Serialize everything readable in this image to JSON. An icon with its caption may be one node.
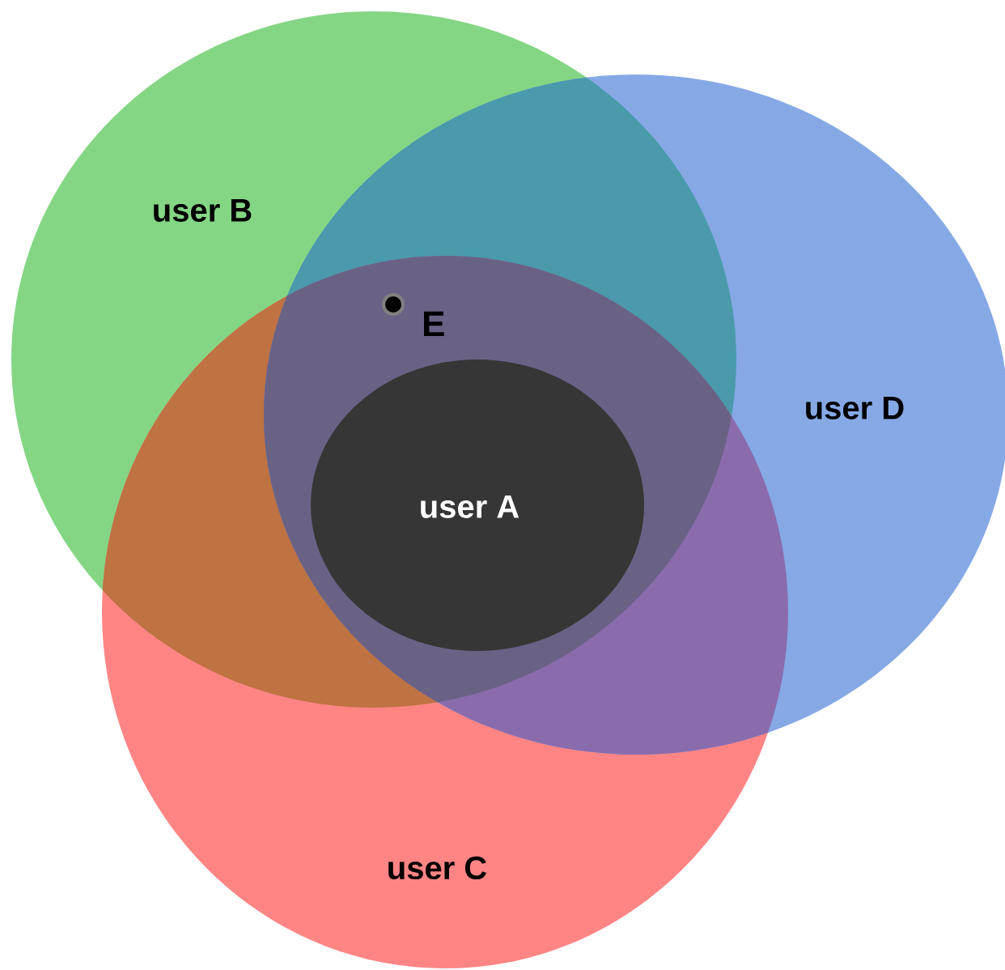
{
  "diagram": {
    "nodes": [
      {
        "text": [
          "user B"
        ]
      },
      {
        "text": [
          "user D"
        ]
      },
      {
        "text": [],
        "shape": "circle",
        "beside": [
          "E"
        ]
      },
      {
        "text": [
          "user A"
        ]
      },
      {
        "text": [
          "user C"
        ]
      }
    ]
  }
}
